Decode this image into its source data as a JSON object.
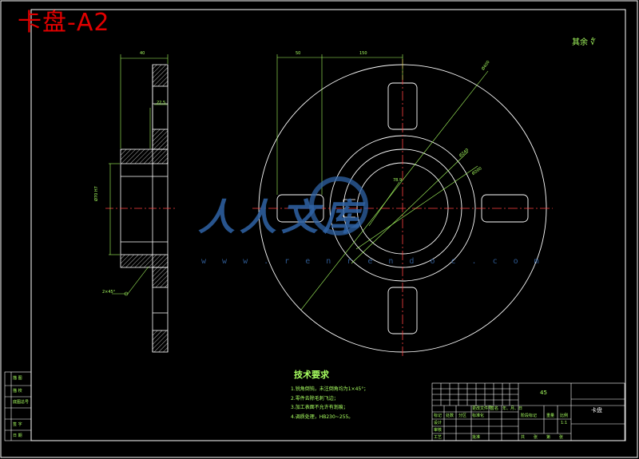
{
  "drawing_title": "卡盘-A2",
  "watermark": {
    "text": "人人文库",
    "url": "w w w . r e n r e n d o c . c o m"
  },
  "surface_finish": "其余 ∜",
  "tech_requirements": {
    "title": "技术要求",
    "notes": [
      "1.锐角倒钝，未注倒角均为1×45°；",
      "2.零件去除毛刺飞边；",
      "3.加工表面不允许有划痕；",
      "4.调质处理，HB230~255。"
    ]
  },
  "title_block": {
    "material": "45",
    "part_name": "卡盘",
    "small_labels": [
      "标记",
      "处数",
      "分区",
      "更改文件号",
      "签名",
      "年、月、日",
      "设计",
      "标准化",
      "阶段标记",
      "重量",
      "比例",
      "审核",
      "工艺",
      "批准",
      "共",
      "张",
      "第",
      "张",
      "1:1"
    ]
  },
  "left_column": [
    "描 图",
    "描 校",
    "底图总号",
    "签 字",
    "日 期"
  ],
  "dimensions": {
    "side_top": "40",
    "side_step": "22.5",
    "side_bore": "Ø70 H7",
    "side_chamfer": "2×45°",
    "front_left": "50",
    "front_right": "150",
    "dia_outer": "Ø400",
    "dia_mid": "Ø240",
    "dia_inner": "Ø200",
    "bore_label": "78.9"
  },
  "colors": {
    "line": "#ffffff",
    "dim": "#a8ff60",
    "center": "#ff4040",
    "title": "#e00000",
    "watermark": "#2f63a6"
  }
}
